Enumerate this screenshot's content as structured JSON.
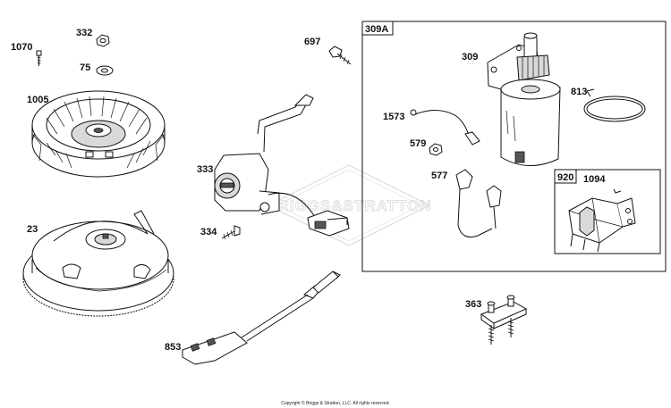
{
  "labels": {
    "p1070": "1070",
    "p332": "332",
    "p75": "75",
    "p1005": "1005",
    "p23": "23",
    "p697": "697",
    "p333": "333",
    "p334": "334",
    "p853": "853",
    "p309a": "309A",
    "p309": "309",
    "p813": "813",
    "p1573": "1573",
    "p579": "579",
    "p577": "577",
    "p920": "920",
    "p1094": "1094",
    "p363": "363"
  },
  "watermark": "BRIGGS&STRATTON",
  "copyright": "Copyright © Briggs & Stratton, LLC. All rights reserved."
}
